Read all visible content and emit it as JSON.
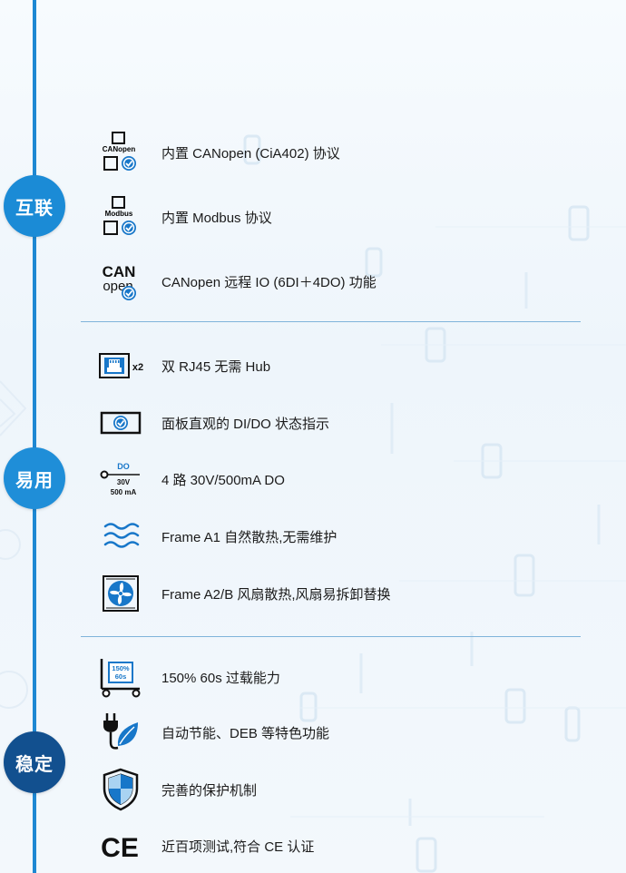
{
  "sections": [
    {
      "title": "互联",
      "features": [
        {
          "icon": "canopen-protocol-icon",
          "label": "内置 CANopen (CiA402) 协议",
          "icon_text": "CANopen"
        },
        {
          "icon": "modbus-protocol-icon",
          "label": "内置 Modbus 协议",
          "icon_text": "Modbus"
        },
        {
          "icon": "canopen-logo-icon",
          "label": "CANopen 远程 IO (6DI＋4DO) 功能",
          "icon_text_1": "CAN",
          "icon_text_2": "open"
        }
      ]
    },
    {
      "title": "易用",
      "features": [
        {
          "icon": "rj45-port-icon",
          "label": "双 RJ45 无需 Hub",
          "icon_text": "x2"
        },
        {
          "icon": "status-indicator-icon",
          "label": "面板直观的 DI/DO 状态指示"
        },
        {
          "icon": "digital-output-icon",
          "label": "4 路 30V/500mA DO",
          "icon_text_1": "DO",
          "icon_text_2": "30V",
          "icon_text_3": "500 mA"
        },
        {
          "icon": "natural-cooling-icon",
          "label": "Frame A1 自然散热,无需维护"
        },
        {
          "icon": "fan-cooling-icon",
          "label": "Frame A2/B 风扇散热,风扇易拆卸替换"
        }
      ]
    },
    {
      "title": "稳定",
      "features": [
        {
          "icon": "overload-icon",
          "label": "150% 60s 过载能力",
          "icon_text_1": "150%",
          "icon_text_2": "60s"
        },
        {
          "icon": "energy-saving-icon",
          "label": "自动节能、DEB 等特色功能"
        },
        {
          "icon": "protection-shield-icon",
          "label": "完善的保护机制"
        },
        {
          "icon": "ce-mark-icon",
          "label": "近百项测试,符合 CE 认证",
          "icon_text": "CE"
        }
      ]
    }
  ],
  "colors": {
    "accent": "#1e88d3",
    "dark_accent": "#12508f",
    "icon_blue": "#1877c9",
    "divider": "#7fb3da"
  }
}
